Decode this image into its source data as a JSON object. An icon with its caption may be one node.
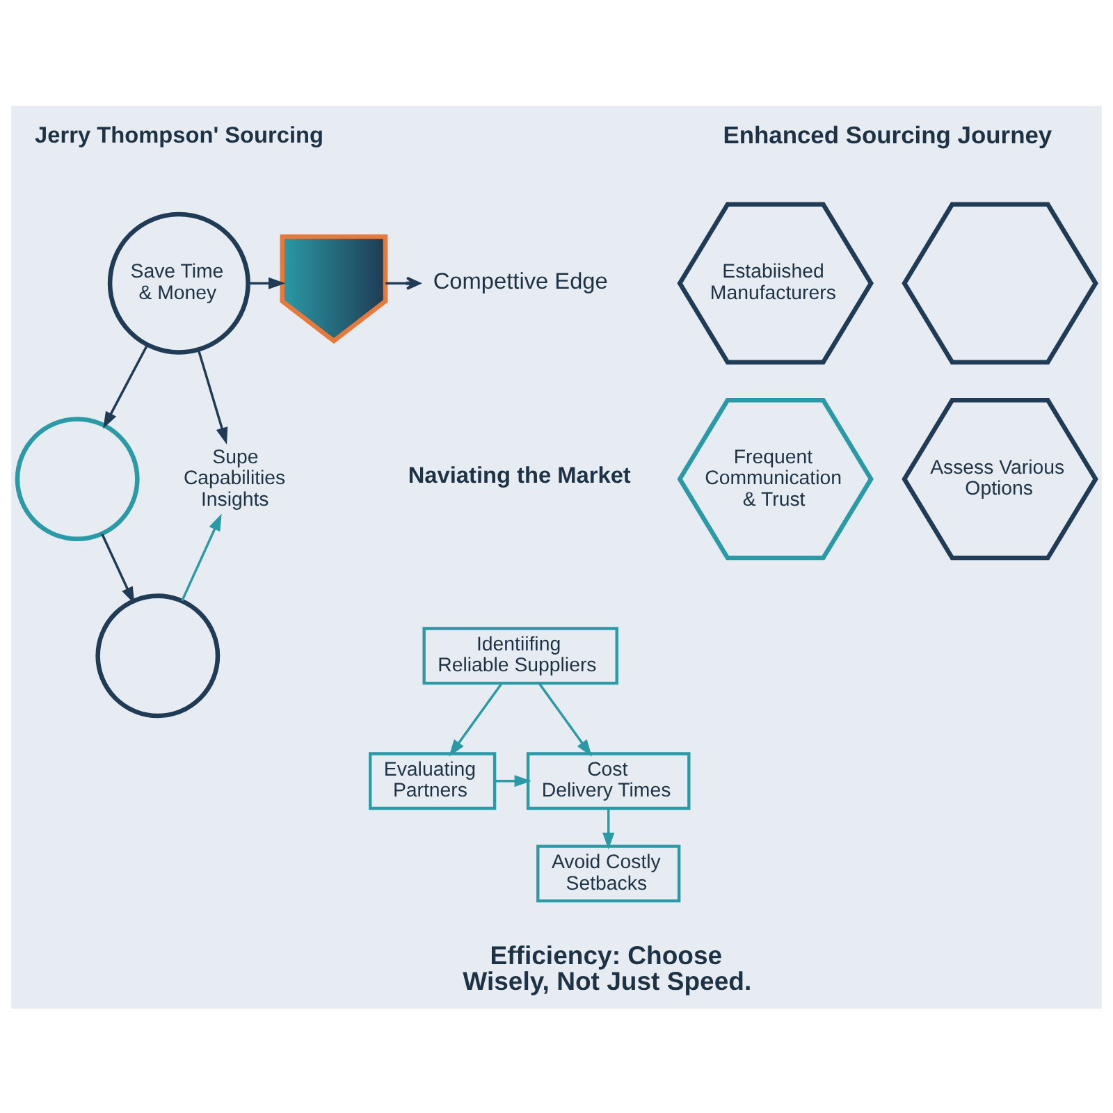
{
  "diagram": {
    "nodes": [
      {
        "text": [
          "Save Time & Money"
        ]
      },
      {
        "text": [],
        "shape": "circle"
      },
      {
        "text": [],
        "shape": "circle"
      },
      {
        "text": [
          "Supe Capabilities Insights"
        ]
      },
      {
        "text": [],
        "shape": "shield"
      },
      {
        "text": [
          "Compettive Edge"
        ]
      },
      {
        "text": [
          "Identiifing Reliable Suppliers"
        ]
      },
      {
        "text": [
          "Evaluating Partners"
        ]
      },
      {
        "text": [
          "Cost",
          "Delivery Times"
        ]
      },
      {
        "text": [
          "Avoid Costly Setbacks"
        ]
      },
      {
        "text": [
          "Estabiished Manufacturers"
        ]
      },
      {
        "text": [],
        "shape": "hexagon"
      },
      {
        "text": [
          "Frequent Communication & Trust"
        ]
      },
      {
        "text": [
          "Assess Various Options"
        ]
      }
    ],
    "edges": [
      {
        "from": 0,
        "to": 1,
        "arrow": "to"
      },
      {
        "from": 1,
        "to": 2,
        "arrow": "to"
      },
      {
        "from": 0,
        "to": 3,
        "arrow": "to"
      },
      {
        "from": 0,
        "to": 4,
        "arrow": "to"
      },
      {
        "from": 2,
        "to": 3,
        "arrow": "to",
        "color": "#2a9aa6"
      },
      {
        "from": 4,
        "to": 5,
        "arrow": "to"
      },
      {
        "from": 6,
        "to": 7,
        "arrow": "to",
        "color": "#2a9aa6"
      },
      {
        "from": 6,
        "to": 8,
        "arrow": "to",
        "color": "#2a9aa6"
      },
      {
        "from": 7,
        "to": 8,
        "arrow": "to",
        "color": "#2a9aa6"
      },
      {
        "from": 8,
        "to": 9,
        "arrow": "to",
        "color": "#2a9aa6"
      }
    ],
    "labels": [
      "Jerry Thompson' Sourcing",
      "Enhanced Sourcing Journey",
      "Naviating the Market",
      "Efficiency: Choose Wisely, Not Just Speed."
    ]
  }
}
